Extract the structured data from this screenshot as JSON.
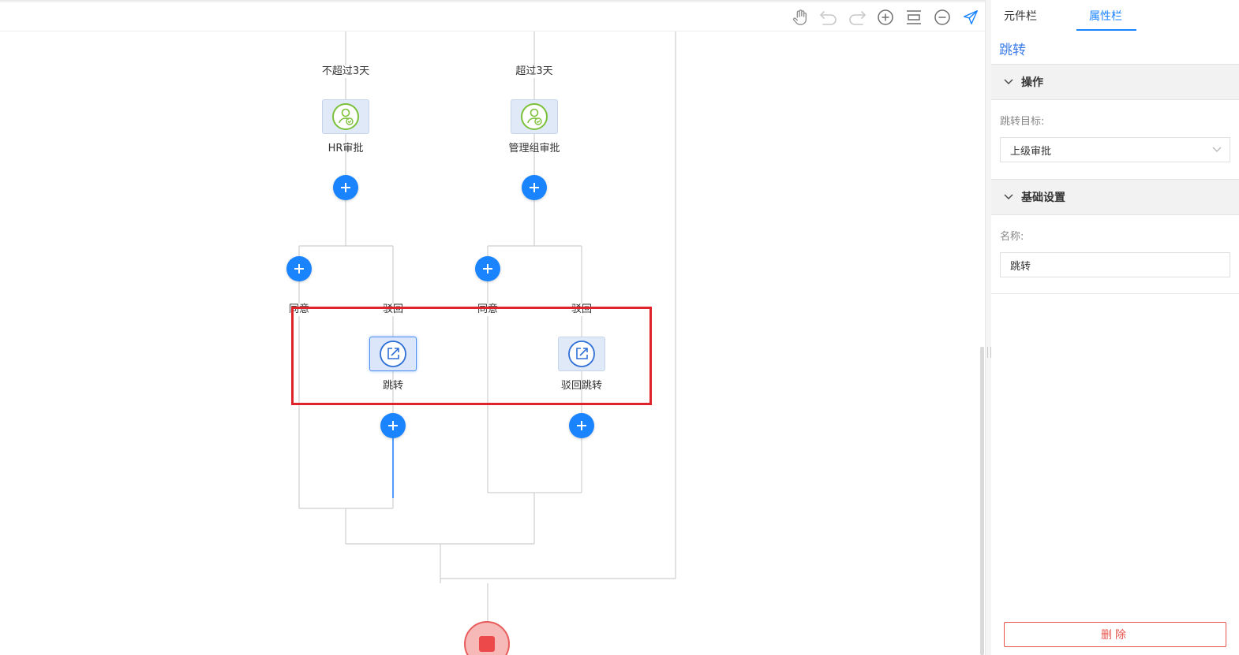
{
  "toolbar": {
    "icons": [
      "hand-icon",
      "undo-icon",
      "redo-icon",
      "zoom-in-icon",
      "fit-icon",
      "zoom-out-icon",
      "send-icon"
    ]
  },
  "flow": {
    "branches": [
      {
        "condition": "不超过3天",
        "approver": "HR审批"
      },
      {
        "condition": "超过3天",
        "approver": "管理组审批"
      }
    ],
    "sub_branches": {
      "agree": "同意",
      "reject": "驳回"
    },
    "jump_nodes": [
      "跳转",
      "驳回跳转"
    ]
  },
  "panel": {
    "tabs": [
      "元件栏",
      "属性栏"
    ],
    "active_tab": "属性栏",
    "title": "跳转",
    "sections": {
      "operation": {
        "header": "操作",
        "jump_target_label": "跳转目标:",
        "jump_target_value": "上级审批"
      },
      "basic": {
        "header": "基础设置",
        "name_label": "名称:",
        "name_value": "跳转"
      }
    },
    "delete_label": "删除"
  },
  "colors": {
    "accent": "#1a84ff",
    "highlight": "#e0232b",
    "end_node": "#ec4a4a",
    "approver_icon": "#7cc13a"
  }
}
